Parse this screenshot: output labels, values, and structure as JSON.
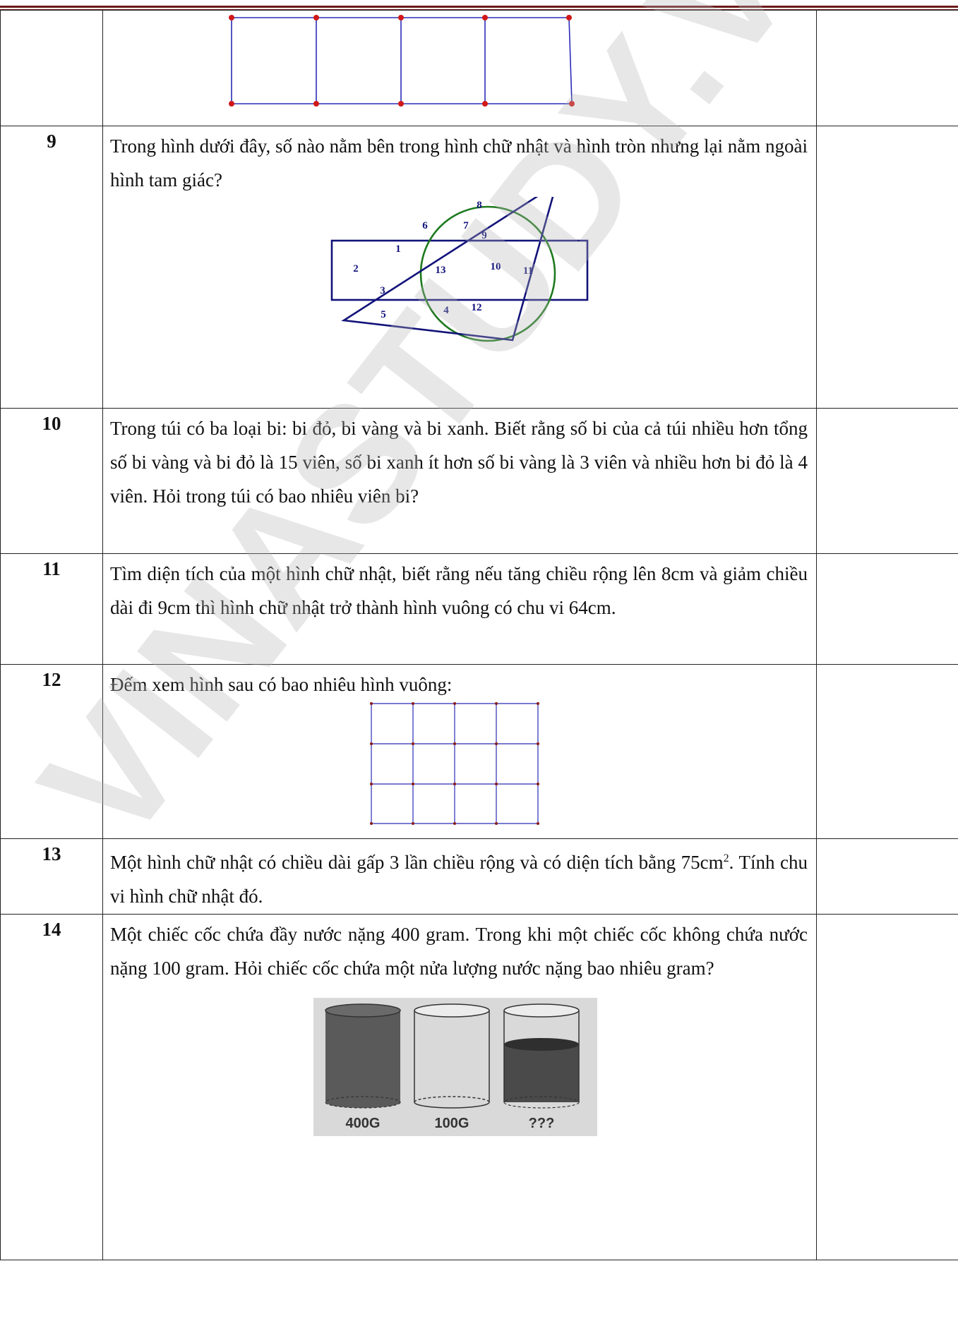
{
  "questions": [
    {
      "number": "",
      "text": ""
    },
    {
      "number": "9",
      "text": "Trong hình dưới đây, số nào nằm bên trong hình chữ nhật và hình tròn nhưng lại nằm ngoài hình tam giác?"
    },
    {
      "number": "10",
      "text": "Trong túi có ba loại bi: bi đỏ, bi vàng và bi xanh. Biết rằng số bi của cả túi nhiều hơn tổng số bi vàng và bi đỏ là 15 viên, số bi xanh ít hơn số bi vàng là 3 viên và nhiều hơn bi đỏ là 4 viên. Hỏi trong túi có bao nhiêu viên bi?"
    },
    {
      "number": "11",
      "text": "Tìm diện tích của một hình chữ nhật, biết rằng nếu tăng chiều rộng lên 8cm và giảm chiều dài đi 9cm thì hình chữ nhật trở thành hình vuông có chu vi 64cm."
    },
    {
      "number": "12",
      "text": "Đếm xem hình sau có bao nhiêu hình vuông:"
    },
    {
      "number": "13",
      "text_before_sup": "Một hình chữ nhật có chiều dài gấp 3 lần chiều rộng và có diện tích bằng 75cm",
      "sup": "2",
      "text_after_sup": ". Tính chu vi hình chữ nhật đó."
    },
    {
      "number": "14",
      "text": "Một chiếc cốc chứa đầy nước nặng 400 gram. Trong khi một chiếc cốc không chứa nước nặng 100 gram. Hỏi chiếc cốc chứa một nửa lượng nước nặng bao nhiêu gram?"
    }
  ],
  "venn_labels": [
    "1",
    "2",
    "3",
    "4",
    "5",
    "6",
    "7",
    "8",
    "9",
    "10",
    "11",
    "12",
    "13"
  ],
  "cup_labels": [
    "400G",
    "100G",
    "???"
  ],
  "watermark": "VINASTUDY.VN",
  "colors": {
    "shape_blue": "#2b2bb8",
    "dot_red": "#d01818",
    "venn_navy": "#12127a",
    "circle_green": "#1e7a1e",
    "header_rule": "#6b1a1a"
  }
}
